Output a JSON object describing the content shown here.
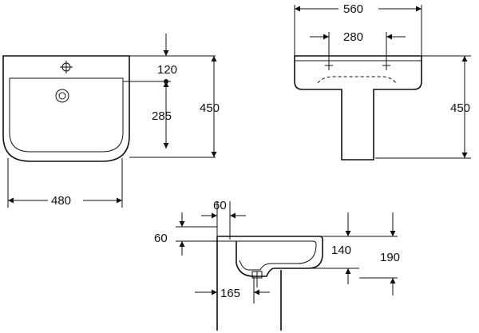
{
  "front_view": {
    "dims": {
      "hole_offset": "120",
      "outlet_height": "285",
      "height": "450",
      "width": "480"
    }
  },
  "pedestal_view": {
    "dims": {
      "overall_width": "560",
      "tap_spacing": "280",
      "height": "450"
    }
  },
  "side_view": {
    "dims": {
      "wall_offset_top": "60",
      "left_offset": "60",
      "depth_to_bowl": "140",
      "total_depth": "190",
      "pedestal_offset": "165"
    }
  }
}
